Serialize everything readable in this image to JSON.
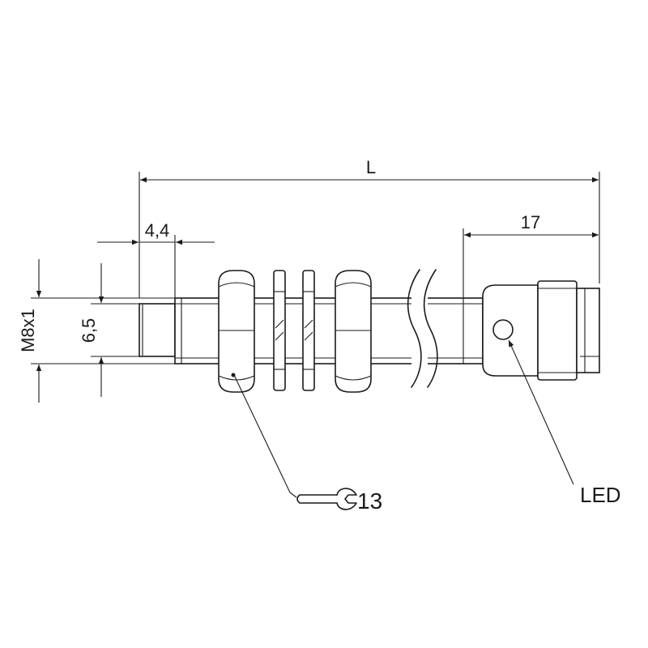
{
  "drawing": {
    "dimensions": {
      "length": "L",
      "connector_length": "17",
      "sensing_face": "4,4",
      "thread": "M8x1",
      "diameter": "6,5"
    },
    "callouts": {
      "wrench_size": "13",
      "led": "LED"
    },
    "icons": [
      "wrench-icon",
      "led-indicator-icon"
    ],
    "colors": {
      "line": "#1a1a1a",
      "background": "#ffffff"
    }
  }
}
